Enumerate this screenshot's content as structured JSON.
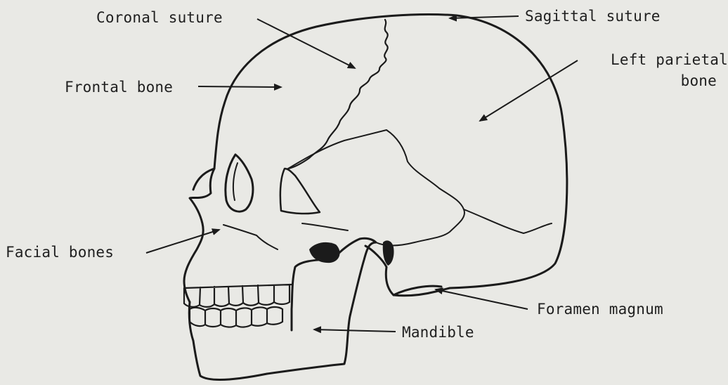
{
  "labels": {
    "coronal_suture": "Coronal suture",
    "sagittal_suture": "Sagittal suture",
    "left_parietal_line1": "Left parietal",
    "left_parietal_line2": "bone",
    "frontal_bone": "Frontal bone",
    "facial_bones": "Facial bones",
    "foramen_magnum": "Foramen magnum",
    "mandible": "Mandible"
  },
  "colors": {
    "paper": "#e9e9e5",
    "ink": "#1b1b1b"
  }
}
